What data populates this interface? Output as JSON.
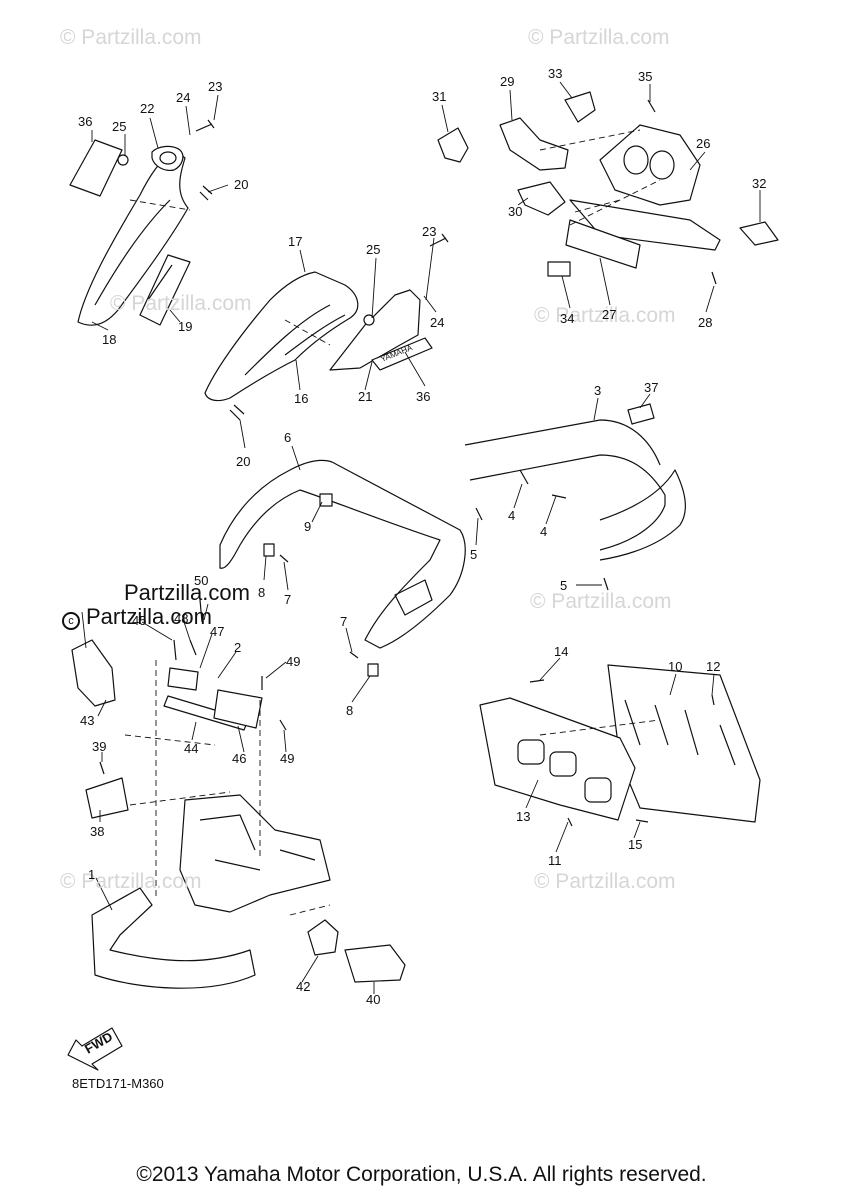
{
  "watermarks": {
    "text": "© Partzilla.com",
    "strong_text": "Partzilla.com"
  },
  "callouts": {
    "c1": "1",
    "c2": "2",
    "c3": "3",
    "c4a": "4",
    "c4b": "4",
    "c5a": "5",
    "c5b": "5",
    "c6": "6",
    "c7a": "7",
    "c7b": "7",
    "c8a": "8",
    "c8b": "8",
    "c9": "9",
    "c10": "10",
    "c11": "11",
    "c12": "12",
    "c13": "13",
    "c14": "14",
    "c15": "15",
    "c16": "16",
    "c17": "17",
    "c18": "18",
    "c19": "19",
    "c20a": "20",
    "c20b": "20",
    "c21": "21",
    "c22": "22",
    "c23a": "23",
    "c23b": "23",
    "c24a": "24",
    "c24b": "24",
    "c25a": "25",
    "c25b": "25",
    "c26": "26",
    "c27": "27",
    "c28": "28",
    "c29": "29",
    "c30": "30",
    "c31": "31",
    "c32": "32",
    "c33": "33",
    "c34": "34",
    "c35": "35",
    "c36a": "36",
    "c36b": "36",
    "c37": "37",
    "c38": "38",
    "c39": "39",
    "c40": "40",
    "c42": "42",
    "c43": "43",
    "c44": "44",
    "c45": "45",
    "c46": "46",
    "c47": "47",
    "c48": "48",
    "c49a": "49",
    "c49b": "49",
    "c50": "50"
  },
  "decal_text": "YAMAHA",
  "fwd_label": "FWD",
  "diagram_code": "8ETD171-M360",
  "copyright": "©2013 Yamaha Motor Corporation, U.S.A. All rights reserved."
}
